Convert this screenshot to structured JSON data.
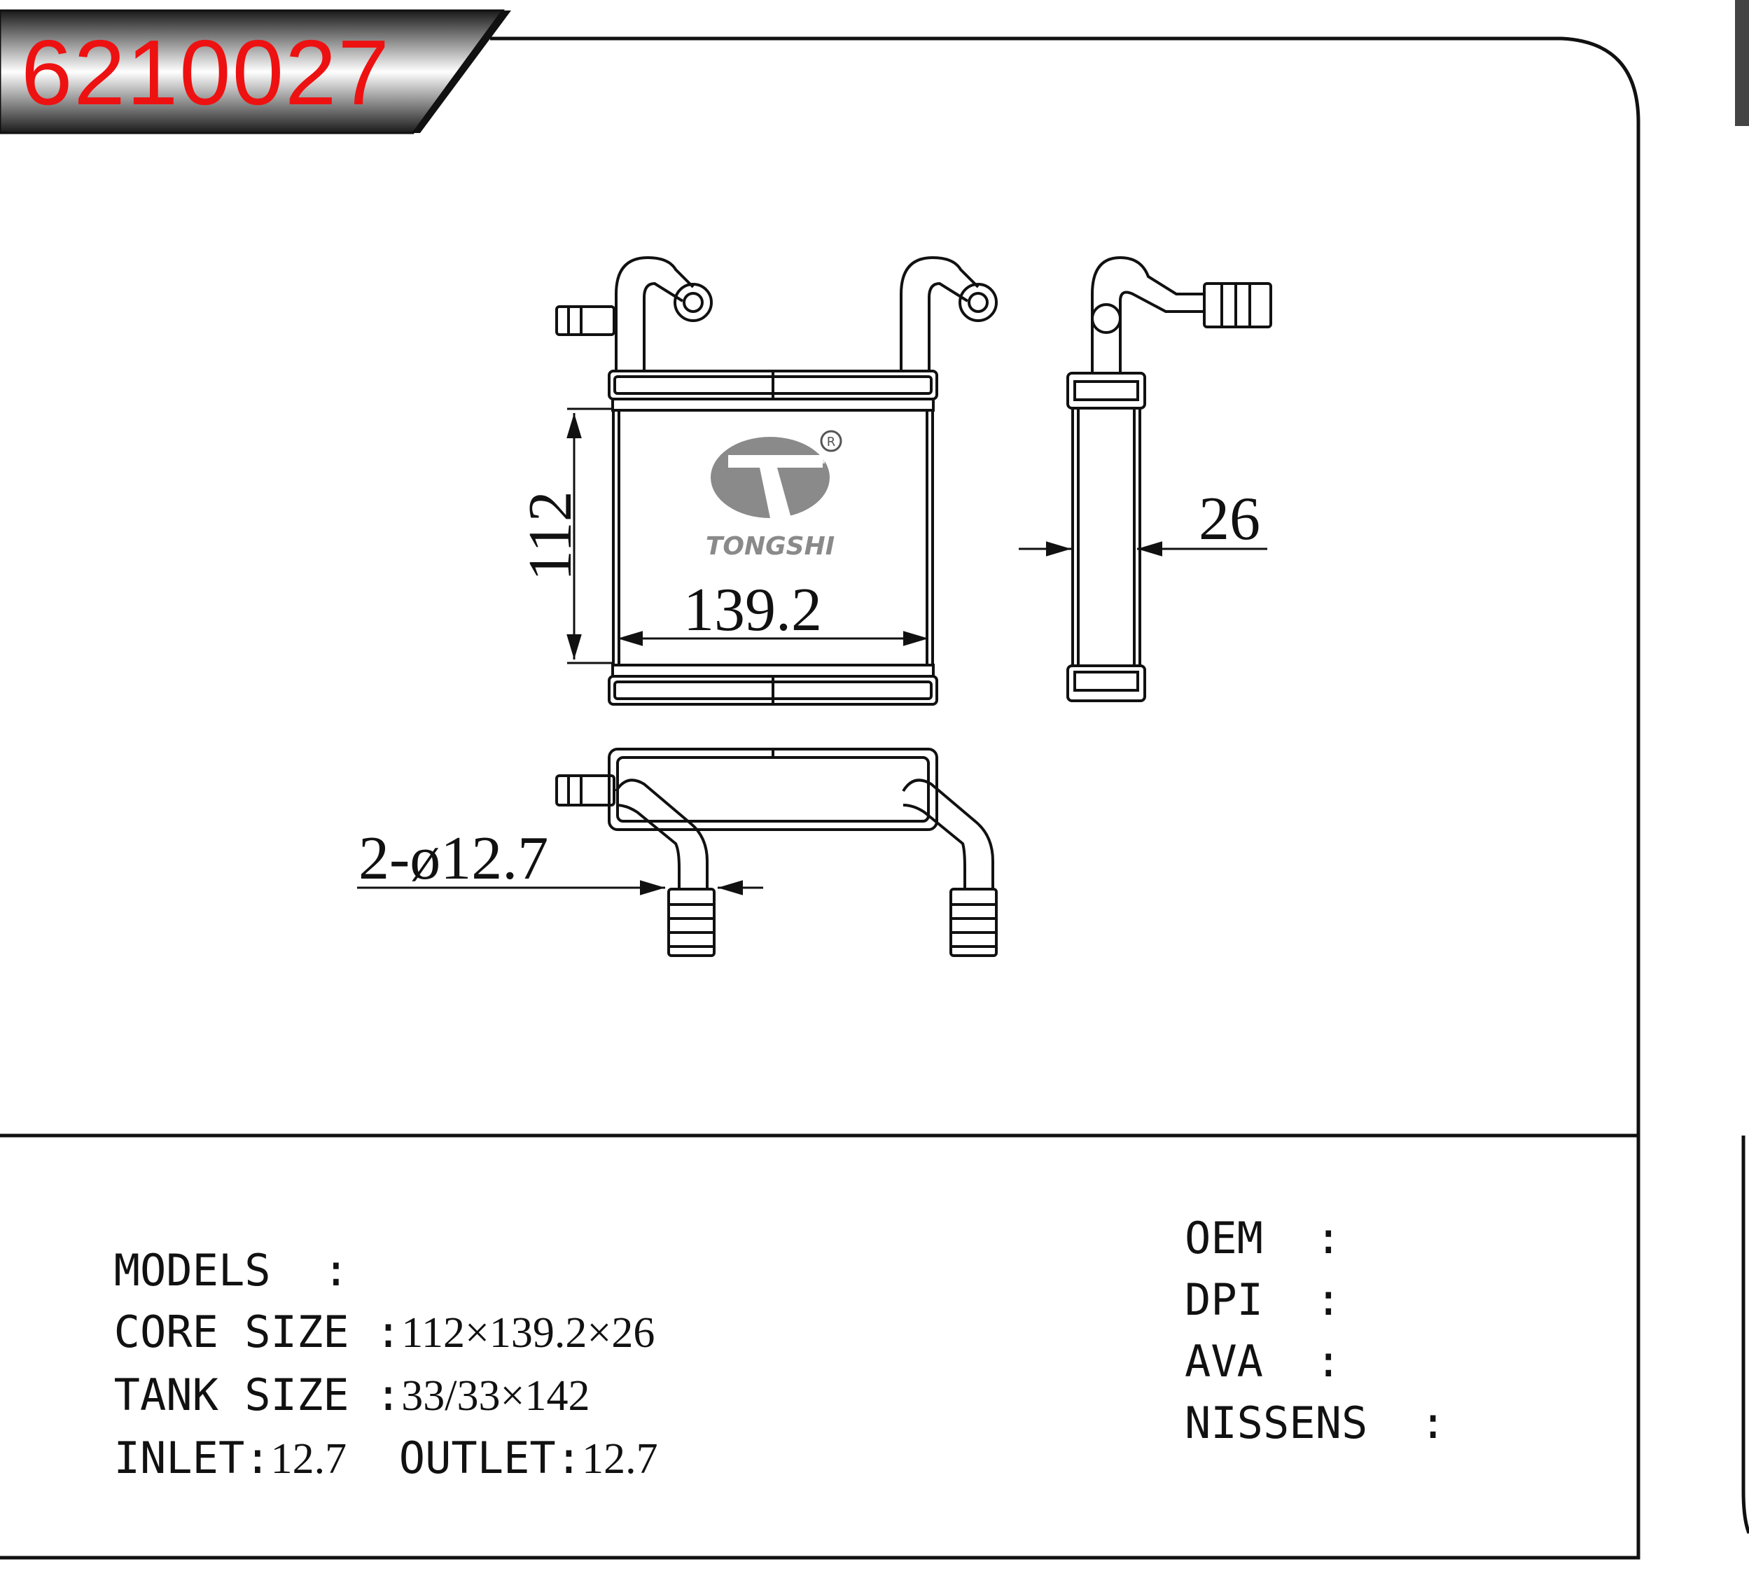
{
  "part_code": "6210027",
  "brand": {
    "name": "TONGSHI",
    "registered": "®"
  },
  "dimensions": {
    "height": "112",
    "width": "139.2",
    "depth": "26",
    "pipes": "2-ø12.7"
  },
  "specs_left": [
    {
      "label": "MODELS  :",
      "value": ""
    },
    {
      "label": "CORE SIZE :",
      "value": "112×139.2×26"
    },
    {
      "label": "TANK SIZE :",
      "value": "33/33×142"
    },
    {
      "label": "INLET:",
      "value": "12.7",
      "label2": "  OUTLET:",
      "value2": "12.7"
    }
  ],
  "specs_right": [
    {
      "label": "OEM  :"
    },
    {
      "label": "DPI  :"
    },
    {
      "label": "AVA  :"
    },
    {
      "label": "NISSENS  :"
    }
  ],
  "colors": {
    "code": "#ee1111",
    "line": "#111111",
    "banner_dark": "#222222",
    "banner_light": "#f2f2f2",
    "logo": "#8a8a8a"
  }
}
